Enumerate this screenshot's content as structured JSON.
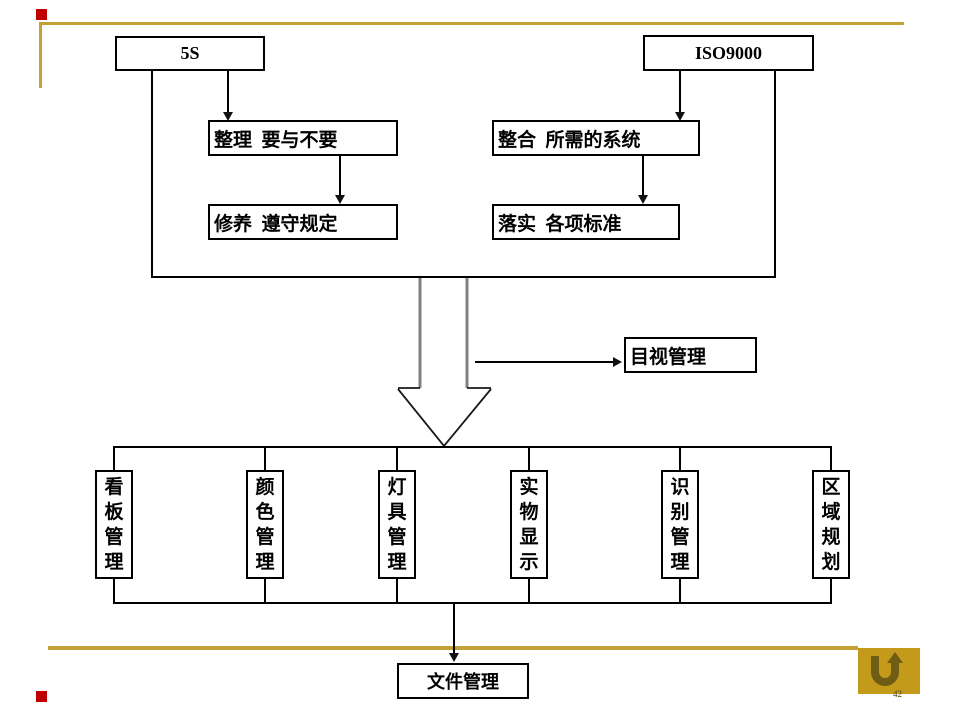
{
  "slide": {
    "top_left_box": "5S",
    "top_right_box": "ISO9000",
    "left_steps": [
      "整理  要与不要",
      "修养  遵守规定"
    ],
    "right_steps": [
      "整合  所需的系统",
      "落实  各项标准"
    ],
    "side_box": "目视管理",
    "bottom_items": [
      "看板管理",
      "颜色管理",
      "灯具管理",
      "实物显示",
      "识别管理",
      "区域规划"
    ],
    "bottom_box": "文件管理",
    "page_number": "42"
  },
  "colors": {
    "accent_gold": "#C2A233",
    "logo_background": "#C49A1B",
    "logo_glyph": "#6F5D15",
    "marker_red": "#C00000",
    "line_black": "#000000",
    "arrow_shaft_gray": "#808080"
  },
  "icons": {
    "logo": "u-turn-arrow-logo"
  }
}
